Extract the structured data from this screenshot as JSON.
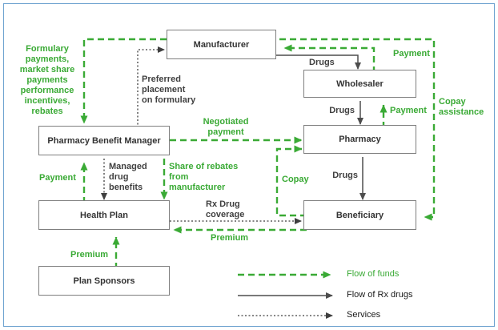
{
  "nodes": {
    "manufacturer": {
      "label": "Manufacturer"
    },
    "wholesaler": {
      "label": "Wholesaler"
    },
    "pharmacy": {
      "label": "Pharmacy"
    },
    "pbm": {
      "label": "Pharmacy Benefit Manager"
    },
    "beneficiary": {
      "label": "Beneficiary"
    },
    "health_plan": {
      "label": "Health Plan"
    },
    "plan_sponsors": {
      "label": "Plan Sponsors"
    }
  },
  "edge_labels": {
    "formulary_payments": "Formulary payments, market share payments performance incentives, rebates",
    "preferred_placement": "Preferred placement on formulary",
    "drugs_manufacturer_wholesaler": "Drugs",
    "payment_wholesaler_manufacturer": "Payment",
    "drugs_wholesaler_pharmacy": "Drugs",
    "payment_pharmacy_wholesaler": "Payment",
    "copay_assistance": "Copay assistance",
    "negotiated_payment": "Negotiated payment",
    "drugs_pharmacy_beneficiary": "Drugs",
    "copay": "Copay",
    "payment_healthplan_pbm": "Payment",
    "managed_drug_benefits": "Managed drug benefits",
    "share_of_rebates": "Share of rebates from manufacturer",
    "rx_drug_coverage": "Rx Drug coverage",
    "premium_beneficiary_healthplan": "Premium",
    "premium_sponsors_healthplan": "Premium"
  },
  "legend": {
    "flow_of_funds": "Flow of funds",
    "flow_of_rx_drugs": "Flow of Rx drugs",
    "services": "Services"
  },
  "colors": {
    "funds_green": "#3aaa35",
    "drugs_line": "#4d4d4d",
    "services_line": "#3f3f3f",
    "box_border": "#7f7f7f",
    "frame_border": "#6fa3d0",
    "text_dark": "#404040"
  }
}
